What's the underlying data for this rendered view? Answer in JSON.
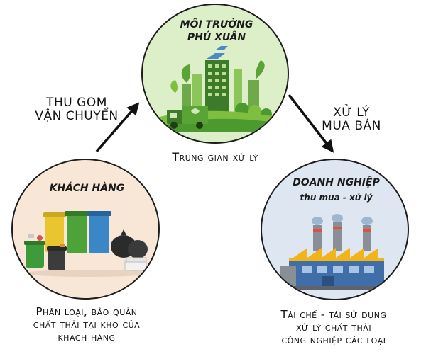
{
  "center": {
    "title_line1": "MÔI TRƯỜNG",
    "title_line2": "PHÚ XUÂN",
    "caption": "Trung gian xử lý"
  },
  "left": {
    "title": "KHÁCH HÀNG",
    "caption_line1": "Phân loại, bảo quản",
    "caption_line2": "chất thải tại kho của",
    "caption_line3": "khách hàng"
  },
  "right": {
    "title_line1": "DOANH NGHIỆP",
    "title_line2": "thu mua - xử lý",
    "caption_line1": "Tái chế - tái sử dụng",
    "caption_line2": "xử lý chất thải",
    "caption_line3": "công nghiệp các loại"
  },
  "arrows": {
    "left_line1": "THU GOM",
    "left_line2": "VẬN CHUYỂN",
    "right_line1": "XỬ LÝ",
    "right_line2": "MUA BÁN"
  },
  "colors": {
    "center_fill": "#dcefc9",
    "left_fill": "#f8e6d6",
    "right_fill": "#dde6f1",
    "green_dark": "#3d7a2a",
    "green_light": "#7fbf3f",
    "factory_gray": "#8a8f97",
    "factory_blue": "#3f6ea8",
    "factory_yellow": "#f2b418"
  }
}
